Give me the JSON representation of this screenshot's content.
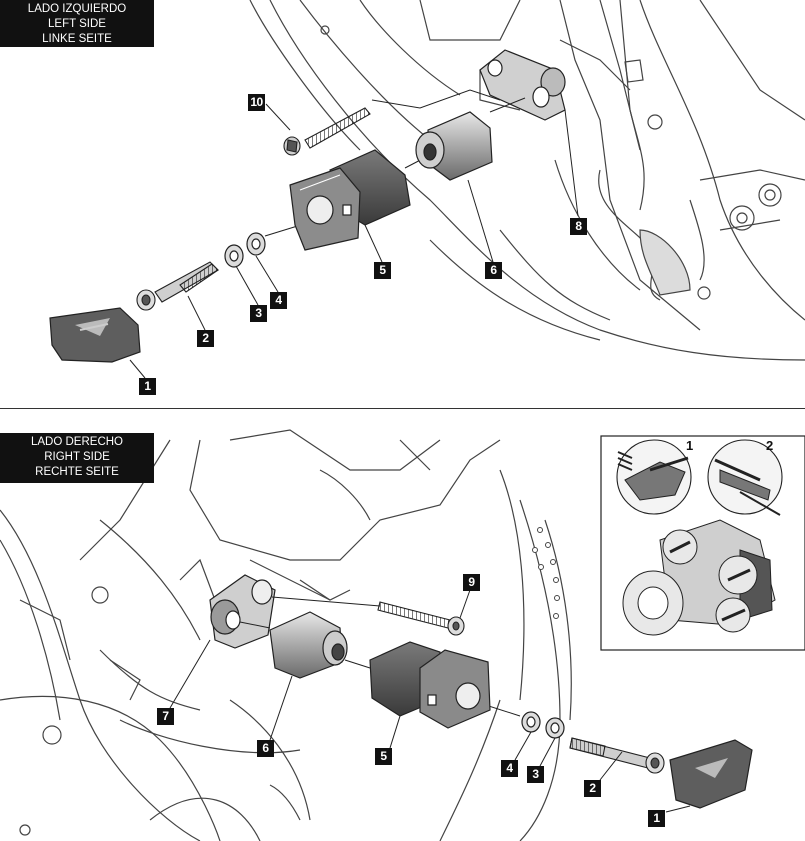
{
  "top_section": {
    "label_lines": [
      "LADO IZQUIERDO",
      "LEFT SIDE",
      "LINKE SEITE"
    ],
    "callouts": [
      "10",
      "8",
      "5",
      "6",
      "4",
      "3",
      "2",
      "1"
    ]
  },
  "bottom_section": {
    "label_lines": [
      "LADO DERECHO",
      "RIGHT SIDE",
      "RECHTE SEITE"
    ],
    "callouts": [
      "9",
      "7",
      "6",
      "5",
      "4",
      "3",
      "2",
      "1"
    ],
    "inset_steps": [
      "1",
      "2"
    ]
  },
  "colors": {
    "label_bg": "#111111",
    "callout_bg": "#111111",
    "line_art": "#333333",
    "part_fill_dark": "#4a4a4a",
    "part_fill_mid": "#9a9a9a",
    "part_fill_light": "#d6d6d6"
  }
}
